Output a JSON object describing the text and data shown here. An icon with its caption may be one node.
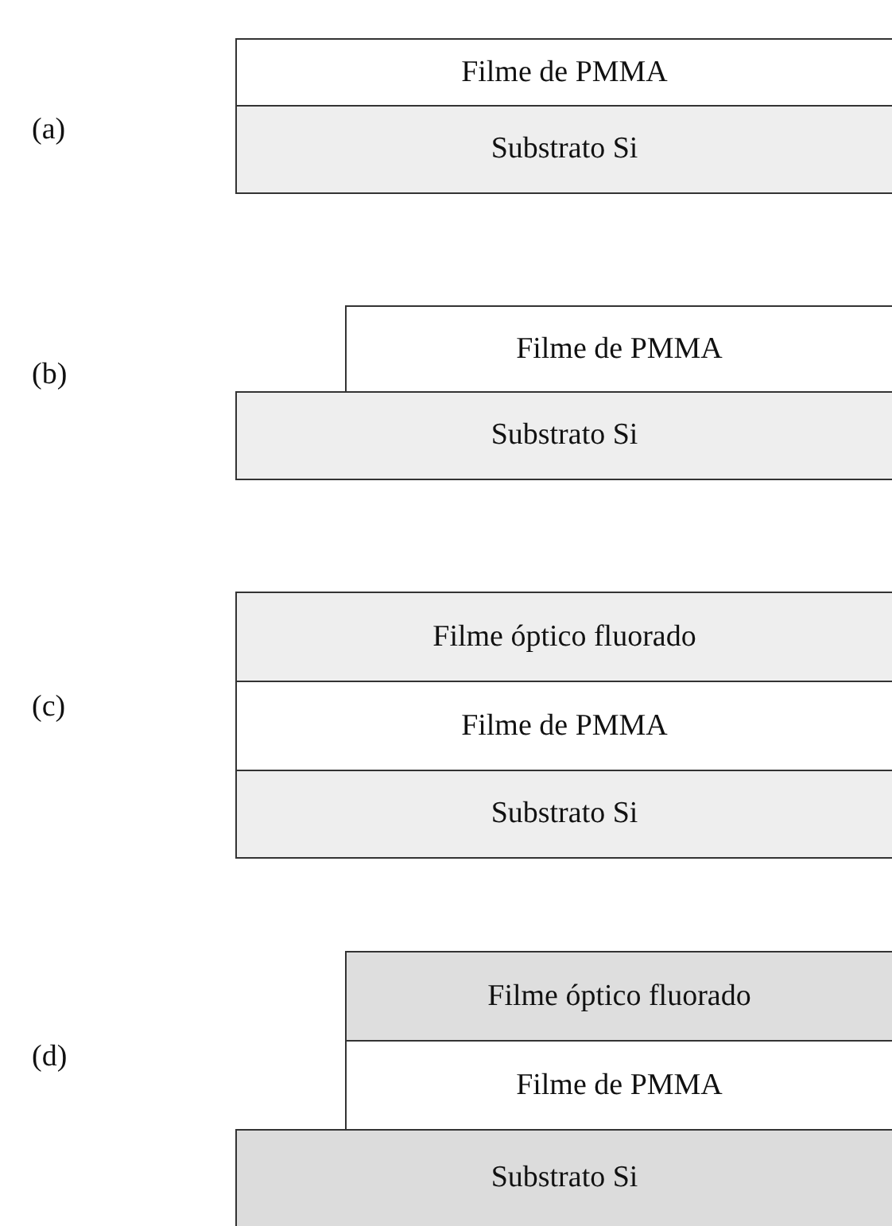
{
  "diagram": {
    "nodes": [
      {
        "text": [
          "Filme de PMMA"
        ]
      },
      {
        "text": [
          "Substrato Si"
        ]
      },
      {
        "text": [
          "Filme de PMMA"
        ]
      },
      {
        "text": [
          "Substrato Si"
        ]
      },
      {
        "text": [
          "Filme óptico fluorado"
        ]
      },
      {
        "text": [
          "Filme de PMMA"
        ]
      },
      {
        "text": [
          "Substrato Si"
        ]
      },
      {
        "text": [
          "Filme óptico fluorado"
        ]
      },
      {
        "text": [
          "Filme de PMMA"
        ]
      },
      {
        "text": [
          "Substrato Si"
        ]
      }
    ],
    "labels": [
      "(a)",
      "(b)",
      "(c)",
      "(d)"
    ]
  }
}
